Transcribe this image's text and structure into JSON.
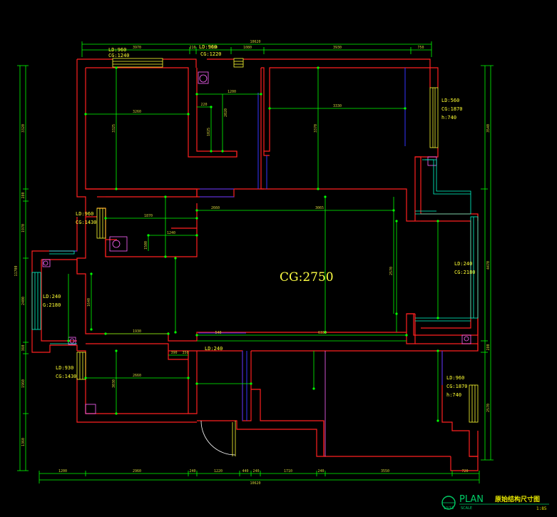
{
  "top_dims": {
    "total": "10620",
    "segments": [
      "3970",
      "210",
      "1130",
      "1080",
      "3930",
      "750"
    ]
  },
  "bottom_dims": {
    "total": "10620",
    "segments": [
      "1200",
      "2960",
      "240",
      "1220",
      "440",
      "240",
      "1710",
      "240",
      "3550",
      "720"
    ]
  },
  "left_dims": {
    "total": "11700",
    "segments": [
      "3320",
      "280",
      "1970",
      "2400",
      "360",
      "1960",
      "1360"
    ]
  },
  "right_dims": {
    "segments": [
      "3540",
      "4470",
      "280",
      "2570"
    ]
  },
  "interior_dims": {
    "room1_w": "3260",
    "room1_h": "3325",
    "bath_w": "1200",
    "bath_h": "2020",
    "bath_small": "220",
    "bath_w2": "1025",
    "room2_w": "3330",
    "room2_h": "3370",
    "hall_w": "2660",
    "living_w": "3065",
    "living_h": "2570",
    "corr_a": "1870",
    "corr_b": "1240",
    "corr_c": "1500",
    "left_room_h": "1640",
    "bot_room_w": "1930",
    "bot_room_w2": "2660",
    "bot_room_h": "3030",
    "small_a": "390",
    "small_b": "350",
    "right_a": "540",
    "living_bot": "6330"
  },
  "window_labels": [
    {
      "ld": "LD:960",
      "cg": "CG:1240"
    },
    {
      "ld": "LD:960",
      "cg": "CG:1220"
    },
    {
      "ld": "LD:560",
      "cg": "CG:1870",
      "h": "h:740"
    },
    {
      "ld": "LD:960",
      "cg": "CG:1430"
    },
    {
      "ld": "LD:240",
      "cg": "CG:2180"
    },
    {
      "ld": "LD:240",
      "cg": "G:2180"
    },
    {
      "ld": "LD:930",
      "cg": "CG:1430"
    },
    {
      "ld": "LD:240"
    },
    {
      "ld": "LD:960",
      "cg": "CG:1870",
      "h": "h:740"
    }
  ],
  "ceiling_height": "CG:2750",
  "title": {
    "plan": "PLAN",
    "name": "原始结构尺寸图",
    "scale_word": "SCALE",
    "scale": "1:85",
    "number": "10/13"
  },
  "colors": {
    "wall": "#ff2020",
    "dimension": "#00ff00",
    "window": "#ffff33",
    "door_line": "#3333ff",
    "fixture": "#ff66ff"
  }
}
